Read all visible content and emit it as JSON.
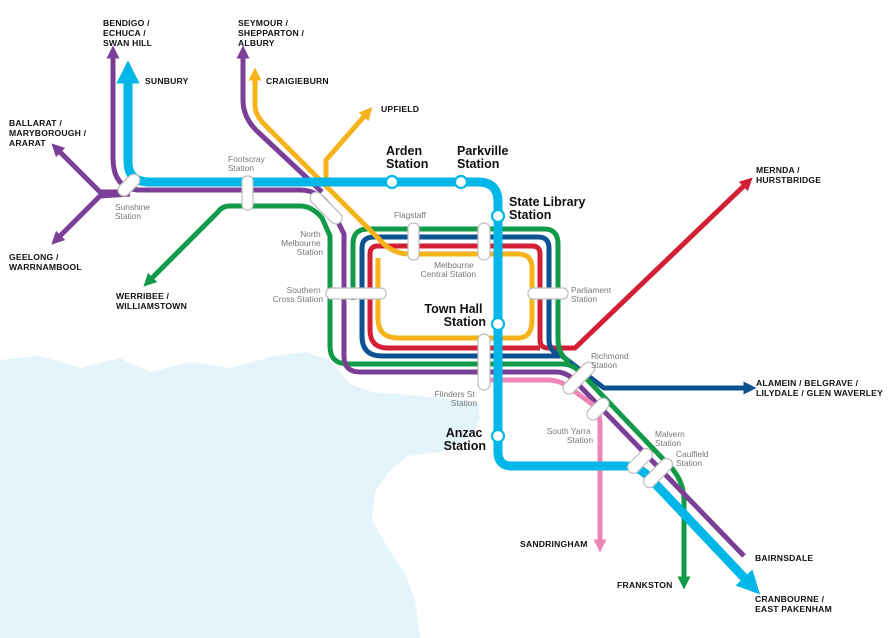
{
  "colors": {
    "metro_tunnel": "#00b7e8",
    "regional_purple": "#7b3f98",
    "craigieburn_upfield": "#f6b31b",
    "werribee_frankston": "#129a48",
    "mernda": "#d31f36",
    "alamein": "#0d5291",
    "sandringham": "#ef85b6",
    "water": "#e4f4fb"
  },
  "terminals": {
    "bendigo": [
      "BENDIGO /",
      "ECHUCA /",
      "SWAN HILL"
    ],
    "seymour": [
      "SEYMOUR /",
      "SHEPPARTON /",
      "ALBURY"
    ],
    "sunbury": [
      "SUNBURY"
    ],
    "craigieburn": [
      "CRAIGIEBURN"
    ],
    "upfield": [
      "UPFIELD"
    ],
    "ballarat": [
      "BALLARAT /",
      "MARYBOROUGH /",
      "ARARAT"
    ],
    "geelong": [
      "GEELONG /",
      "WARRNAMBOOL"
    ],
    "werribee": [
      "WERRIBEE /",
      "WILLIAMSTOWN"
    ],
    "mernda": [
      "MERNDA /",
      "HURSTBRIDGE"
    ],
    "alamein": [
      "ALAMEIN / BELGRAVE /",
      "LILYDALE / GLEN WAVERLEY"
    ],
    "sandringham": [
      "SANDRINGHAM"
    ],
    "frankston": [
      "FRANKSTON"
    ],
    "bairnsdale": [
      "BAIRNSDALE"
    ],
    "cranbourne": [
      "CRANBOURNE /",
      "EAST PAKENHAM"
    ]
  },
  "major_stations": {
    "arden": [
      "Arden",
      "Station"
    ],
    "parkville": [
      "Parkville",
      "Station"
    ],
    "state_library": [
      "State Library",
      "Station"
    ],
    "town_hall": [
      "Town Hall",
      "Station"
    ],
    "anzac": [
      "Anzac",
      "Station"
    ]
  },
  "minor_stations": {
    "footscray": [
      "Footscray",
      "Station"
    ],
    "sunshine": [
      "Sunshine",
      "Station"
    ],
    "north_melbourne": [
      "North",
      "Melbourne",
      "Station"
    ],
    "flagstaff": [
      "Flagstaff"
    ],
    "melbourne_central": [
      "Melbourne",
      "Central Station"
    ],
    "southern_cross": [
      "Southern",
      "Cross Station"
    ],
    "parliament": [
      "Parliament",
      "Station"
    ],
    "richmond": [
      "Richmond",
      "Station"
    ],
    "flinders_st": [
      "Flinders St",
      "Station"
    ],
    "south_yarra": [
      "South Yarra",
      "Station"
    ],
    "malvern": [
      "Malvern",
      "Station"
    ],
    "caulfield": [
      "Caulfield",
      "Station"
    ]
  }
}
